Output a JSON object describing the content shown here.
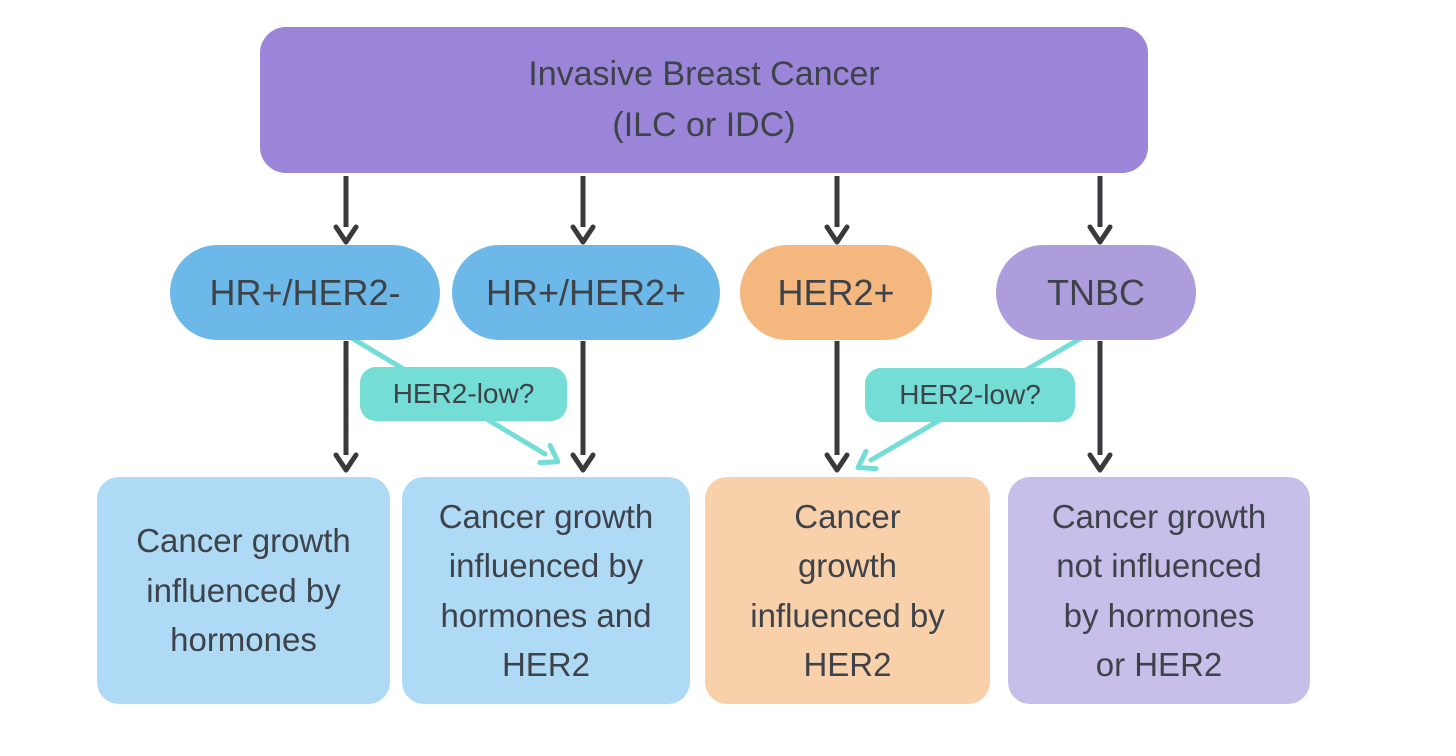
{
  "diagram": {
    "background": "#ffffff",
    "text_color": "#3e4249",
    "arrow_colors": {
      "primary": "#3a3a3d",
      "her2_low_path": "#74ddd5"
    },
    "root": {
      "label": "Invasive Breast Cancer\n(ILC or IDC)",
      "color": "#9a85d8"
    },
    "subtypes": [
      {
        "label": "HR+/HER2-",
        "color": "#6cb9e9"
      },
      {
        "label": "HR+/HER2+",
        "color": "#6cb9e9"
      },
      {
        "label": "HER2+",
        "color": "#f4b87e"
      },
      {
        "label": "TNBC",
        "color": "#ae9ddd"
      }
    ],
    "her2_low_badges": [
      {
        "label": "HER2-low?",
        "color": "#74ddd5"
      },
      {
        "label": "HER2-low?",
        "color": "#74ddd5"
      }
    ],
    "outcomes": [
      {
        "label": "Cancer growth\ninfluenced by\nhormones",
        "color": "#aedaf6"
      },
      {
        "label": "Cancer growth\ninfluenced by\nhormones and\nHER2",
        "color": "#aedaf6"
      },
      {
        "label": "Cancer\ngrowth\ninfluenced by\nHER2",
        "color": "#f8d0a9"
      },
      {
        "label": "Cancer growth\nnot influenced\nby hormones\nor HER2",
        "color": "#c8beea"
      }
    ]
  }
}
